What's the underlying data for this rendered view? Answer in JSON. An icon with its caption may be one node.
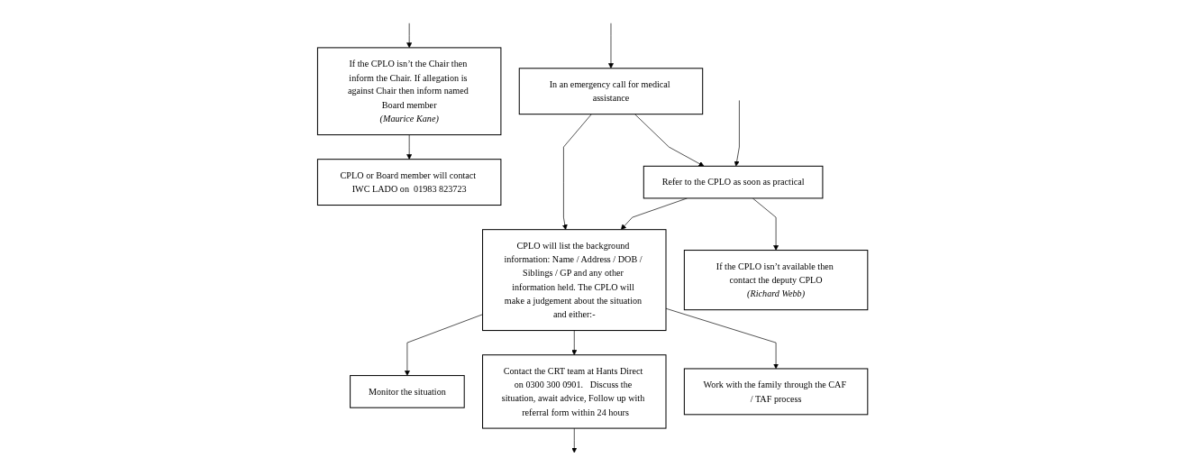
{
  "diagram": {
    "nodes": [
      {
        "text": [
          "In an emergency call for medical assistance"
        ]
      },
      {
        "text": [
          "Refer to the CPLO as soon as practical"
        ]
      },
      {
        "text": [
          "If the CPLO isn’t available then contact the deputy CPLO",
          "(Richard Webb)"
        ]
      },
      {
        "text": [
          "If the CPLO isn’t the Chair then inform the Chair. If allegation is against Chair then inform named Board member",
          "(Maurice Kane)"
        ]
      },
      {
        "text": [
          "CPLO will list the background information: Name / Address / DOB / Siblings / GP and any other information held. The CPLO will make a judgement about the situation and either:-"
        ]
      },
      {
        "text": [
          "Work with the family through the CAF / TAF process"
        ]
      },
      {
        "text": [
          "Contact the CRT team at Hants Direct on 0300 300 0901.   Discuss the situation, await advice, Follow up with  referral form within 24 hours"
        ]
      },
      {
        "text": [
          "Monitor the situation"
        ]
      },
      {
        "text": [
          "CPLO or Board member will contact IWC LADO on  01983 823723"
        ]
      }
    ],
    "edges": [
      {
        "from": null,
        "to": 0,
        "arrow": "to"
      },
      {
        "from": null,
        "to": 1,
        "arrow": "to"
      },
      {
        "from": 0,
        "to": 1,
        "arrow": "to"
      },
      {
        "from": 1,
        "to": 2,
        "arrow": "to"
      },
      {
        "from": 0,
        "to": 4,
        "arrow": "to"
      },
      {
        "from": 1,
        "to": 4,
        "arrow": "to"
      },
      {
        "from": null,
        "to": 3,
        "arrow": "to"
      },
      {
        "from": 3,
        "to": 8,
        "arrow": "to"
      },
      {
        "from": 4,
        "to": 5,
        "arrow": "to"
      },
      {
        "from": 4,
        "to": 6,
        "arrow": "to"
      },
      {
        "from": 4,
        "to": 7,
        "arrow": "to"
      },
      {
        "from": 6,
        "to": null,
        "arrow": "to"
      }
    ]
  }
}
